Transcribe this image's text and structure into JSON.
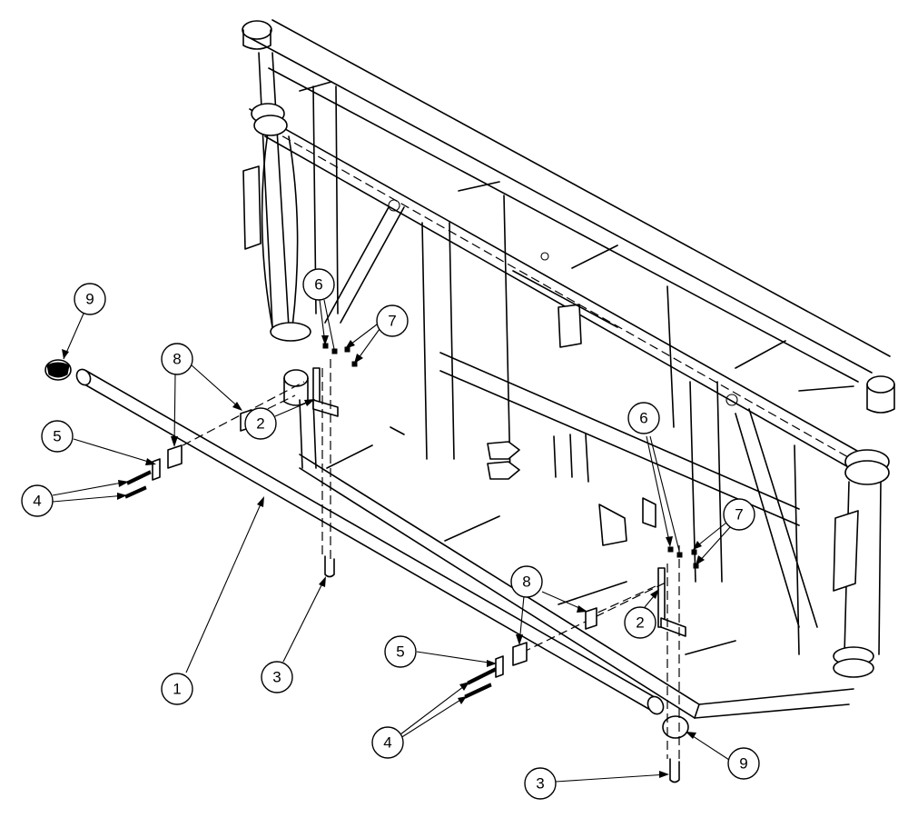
{
  "diagram": {
    "callouts": [
      {
        "id": "c1",
        "label": "1"
      },
      {
        "id": "c2a",
        "label": "2"
      },
      {
        "id": "c2b",
        "label": "2"
      },
      {
        "id": "c3a",
        "label": "3"
      },
      {
        "id": "c3b",
        "label": "3"
      },
      {
        "id": "c4a",
        "label": "4"
      },
      {
        "id": "c4b",
        "label": "4"
      },
      {
        "id": "c5a",
        "label": "5"
      },
      {
        "id": "c5b",
        "label": "5"
      },
      {
        "id": "c6a",
        "label": "6"
      },
      {
        "id": "c6b",
        "label": "6"
      },
      {
        "id": "c7a",
        "label": "7"
      },
      {
        "id": "c7b",
        "label": "7"
      },
      {
        "id": "c8a",
        "label": "8"
      },
      {
        "id": "c8b",
        "label": "8"
      },
      {
        "id": "c9a",
        "label": "9"
      },
      {
        "id": "c9b",
        "label": "9"
      }
    ]
  }
}
